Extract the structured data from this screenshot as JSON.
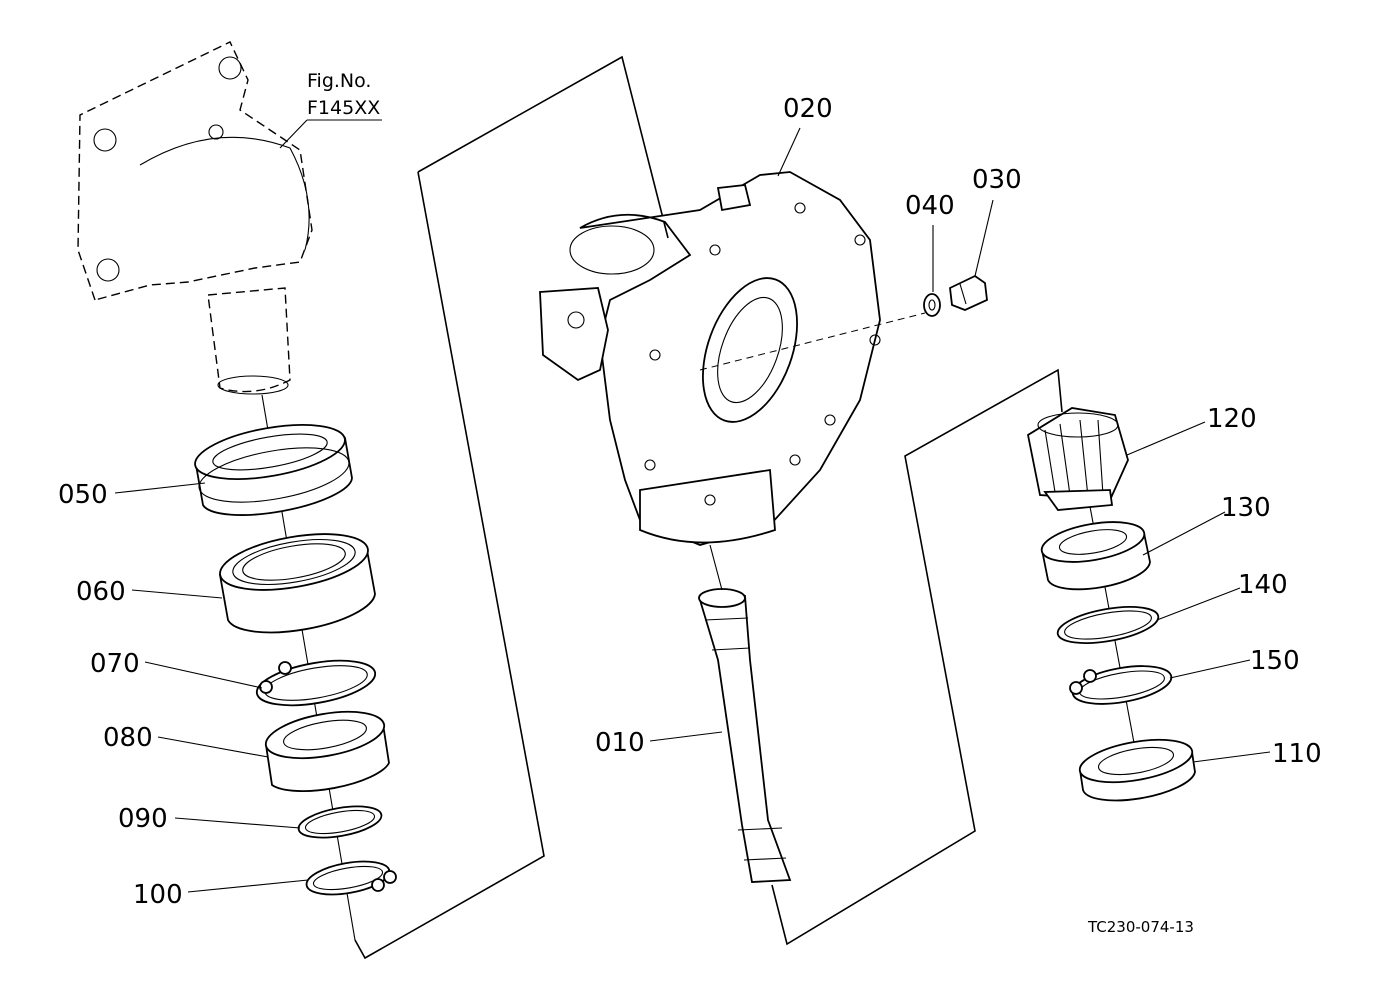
{
  "figure": {
    "fig_ref_line1": "Fig.No.",
    "fig_ref_line2": "F145XX",
    "drawing_code": "TC230-074-13"
  },
  "parts": {
    "p010": "010",
    "p020": "020",
    "p030": "030",
    "p040": "040",
    "p050": "050",
    "p060": "060",
    "p070": "070",
    "p080": "080",
    "p090": "090",
    "p100": "100",
    "p110": "110",
    "p120": "120",
    "p130": "130",
    "p140": "140",
    "p150": "150"
  }
}
